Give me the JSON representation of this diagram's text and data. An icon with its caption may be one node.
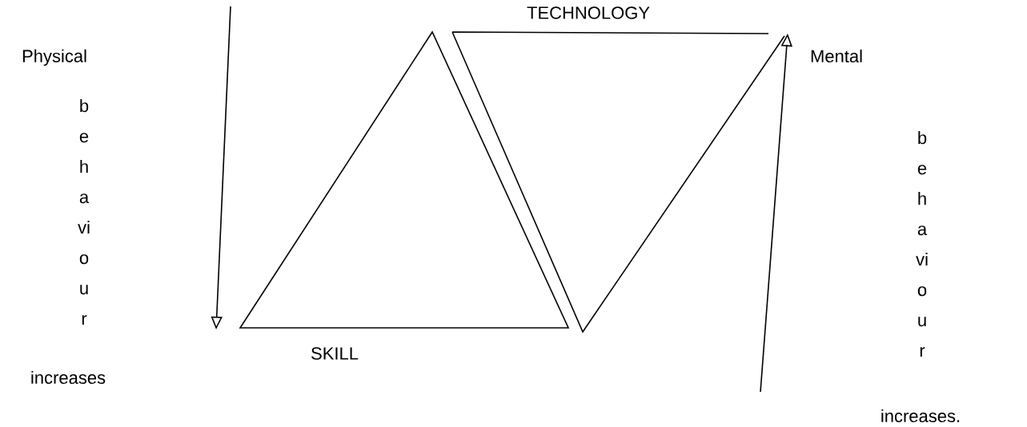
{
  "diagram": {
    "labels": [
      "Physical",
      "behaviour",
      "increases",
      "TECHNOLOGY",
      "SKILL",
      "Mental",
      "behaviour",
      "increases."
    ]
  }
}
